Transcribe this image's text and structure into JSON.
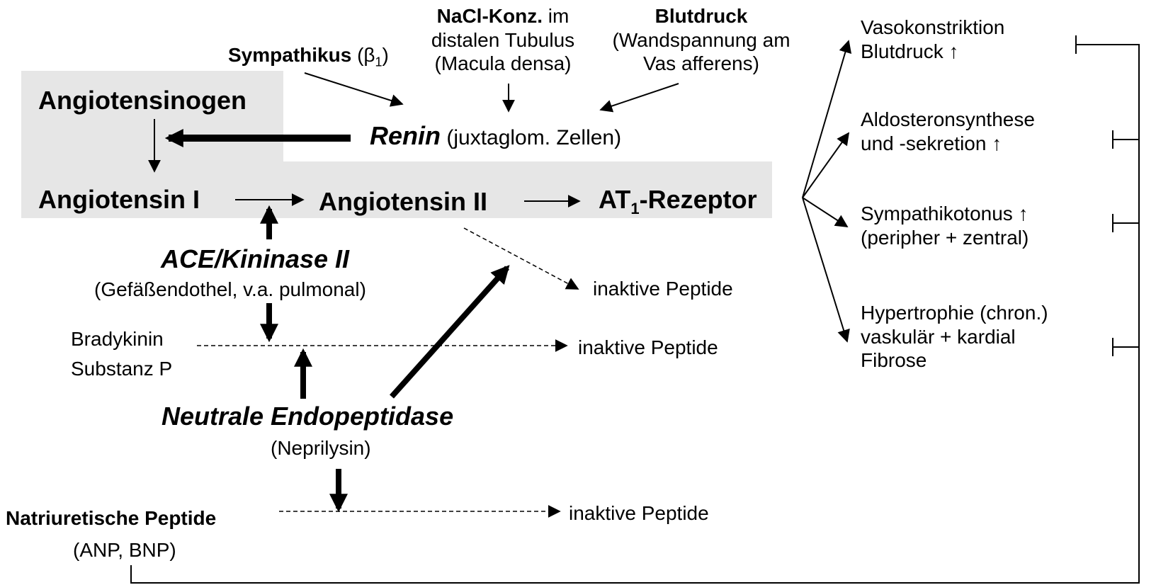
{
  "inputs": {
    "sympathikus_bold": "Sympathikus",
    "sympathikus_rest": "(β",
    "sympathikus_sub": "1",
    "sympathikus_close": ")",
    "nacl_bold": "NaCl-Konz.",
    "nacl_rest": " im",
    "nacl_line2": "distalen Tubulus",
    "nacl_line3": "(Macula densa)",
    "blutdruck_bold": "Blutdruck",
    "blutdruck_line2": "(Wandspannung am",
    "blutdruck_line3": "Vas afferens)"
  },
  "pathway": {
    "angiotensinogen": "Angiotensinogen",
    "renin": "Renin",
    "renin_source": " (juxtaglom. Zellen)",
    "angiotensin_i": "Angiotensin I",
    "angiotensin_ii": "Angiotensin II",
    "at1_prefix": "AT",
    "at1_sub": "1",
    "at1_suffix": "-Rezeptor"
  },
  "enzymes": {
    "ace": "ACE/Kininase II",
    "ace_source": "(Gefäßendothel, v.a. pulmonal)",
    "nep": "Neutrale Endopeptidase",
    "nep_alias": "(Neprilysin)"
  },
  "substrates": {
    "bradykinin": "Bradykinin",
    "substanz_p": "Substanz P",
    "natriuretic": "Natriuretische Peptide",
    "natriuretic_types": "(ANP, BNP)"
  },
  "products": {
    "inactive_1": "inaktive Peptide",
    "inactive_2": "inaktive Peptide",
    "inactive_3": "inaktive Peptide"
  },
  "effects": {
    "e1_line1": "Vasokonstriktion",
    "e1_line2": "Blutdruck ↑",
    "e2_line1": "Aldosteronsynthese",
    "e2_line2": "und -sekretion ↑",
    "e3_line1": "Sympathikotonus ↑",
    "e3_line2": "(peripher + zentral)",
    "e4_line1": "Hypertrophie (chron.)",
    "e4_line2": "vaskulär + kardial",
    "e4_line3": "Fibrose"
  },
  "colors": {
    "shade": "#e6e6e6",
    "ink": "#000000"
  }
}
